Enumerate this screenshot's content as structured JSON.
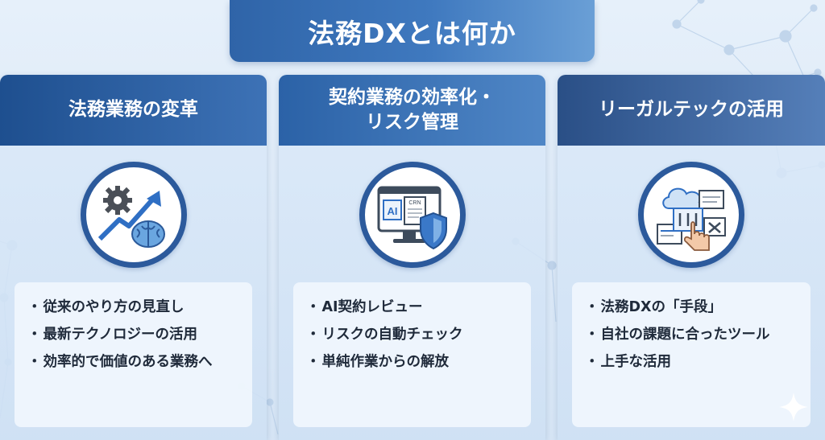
{
  "title": "法務DXとは何か",
  "colors": {
    "primary": "#2c5a9c",
    "header_dark": "#1e4f8f",
    "background": "#e6f0fa"
  },
  "cards": [
    {
      "heading": "法務業務の変革",
      "icon": "gear-arrow-brain-icon",
      "items": [
        "従来のやり方の見直し",
        "最新テクノロジーの活用",
        "効率的で価値のある業務へ"
      ]
    },
    {
      "heading_line1": "契約業務の効率化・",
      "heading_line2": "リスク管理",
      "icon": "ai-contract-shield-icon",
      "icon_texts": {
        "ai": "AI",
        "doc": "CRN"
      },
      "items": [
        "AI契約レビュー",
        "リスクの自動チェック",
        "単純作業からの解放"
      ]
    },
    {
      "heading": "リーガルテックの活用",
      "icon": "cloud-apps-hand-icon",
      "items": [
        "法務DXの「手段」",
        "自社の課題に合ったツール",
        "上手な活用"
      ]
    }
  ]
}
